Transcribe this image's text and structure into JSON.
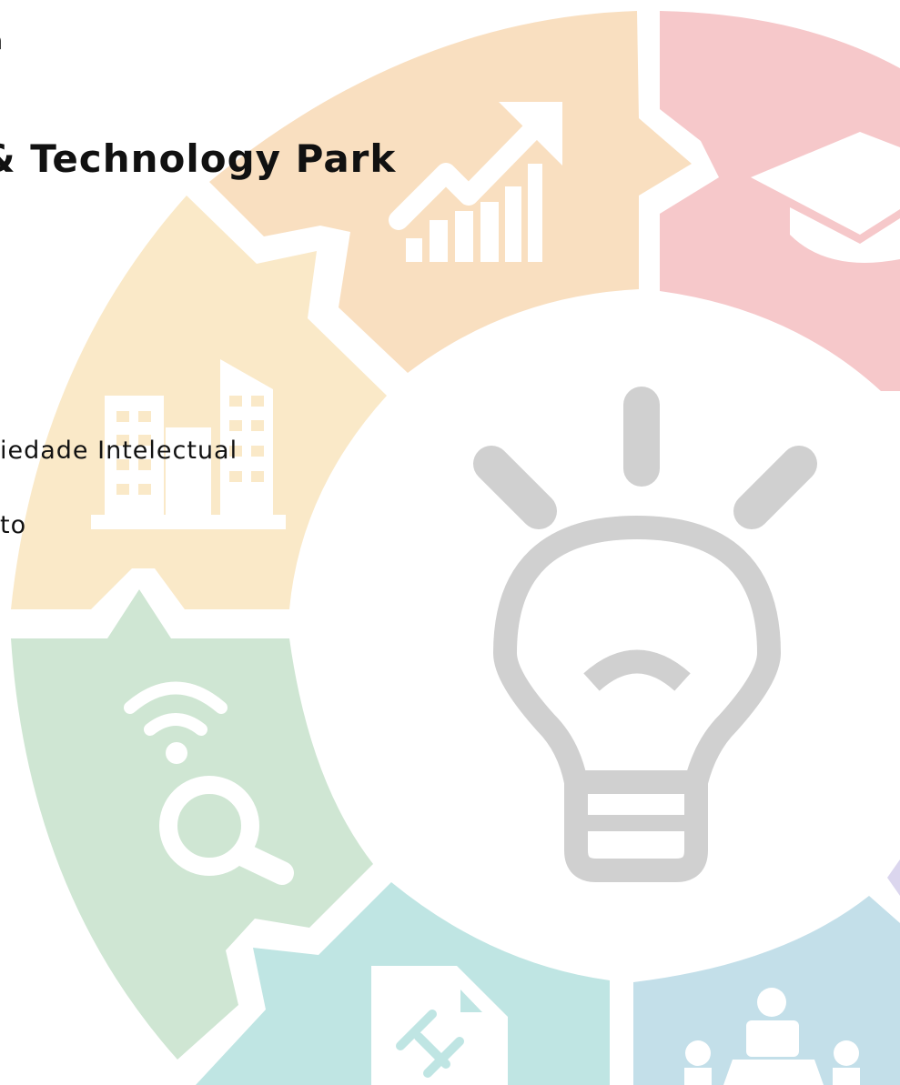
{
  "header": {
    "top_fragment": "n",
    "title_fragment": "& Technology Park"
  },
  "menu": {
    "items": [
      {
        "label": "iedade Intelectual"
      },
      {
        "label": "to"
      }
    ]
  },
  "wheel": {
    "colors": {
      "orange": "#f9dfc0",
      "pink": "#f6c8ca",
      "yellow": "#fae9c8",
      "green": "#cfe6d3",
      "teal": "#bfe5e3",
      "blue": "#c3dfe9",
      "lavender": "#dbd6ee",
      "bulb": "#d0d0d0",
      "icon": "#ffffff"
    },
    "segment_icons": [
      "growth-chart-icon",
      "graduation-cap-icon",
      "buildings-icon",
      "wifi-search-icon",
      "legal-document-icon",
      "meeting-people-icon"
    ],
    "center_icon": "light-bulb-icon"
  }
}
